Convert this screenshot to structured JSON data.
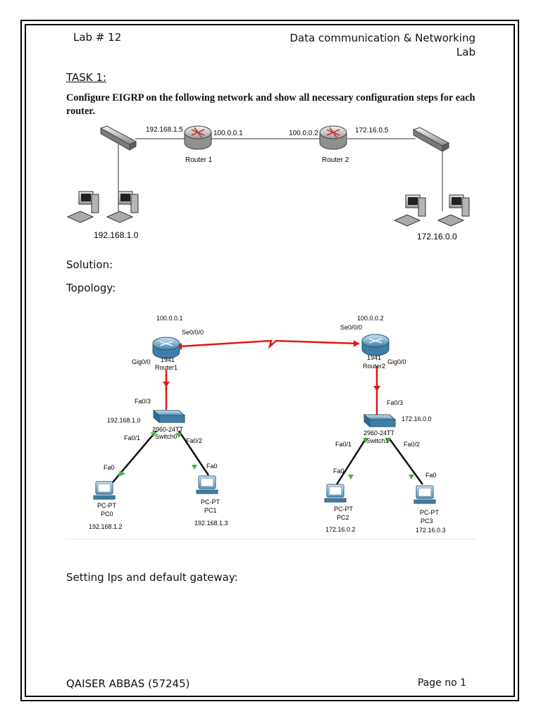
{
  "header": {
    "lab_number": "Lab # 12",
    "course_line1": "Data communication & Networking",
    "course_line2": "Lab"
  },
  "task": {
    "heading": "TASK 1:",
    "description": "Configure EIGRP on the following network and show all necessary configuration steps for each router."
  },
  "figure1": {
    "router1_left_ip": "192.168.1.5",
    "router1_right_ip": "100.0.0.1",
    "router1_label": "Router 1",
    "router2_left_ip": "100.0.0.2",
    "router2_right_ip": "172.16.0.5",
    "router2_label": "Router 2",
    "left_network": "192.168.1.0",
    "right_network": "172.16.0.0"
  },
  "sections": {
    "solution": "Solution:",
    "topology": "Topology:",
    "setting": "Setting Ips and default gateway:"
  },
  "topology": {
    "router1": {
      "ip": "100.0.0.1",
      "serial": "Se0/0/0",
      "model": "1941",
      "name": "Router1",
      "gig": "Gig0/0"
    },
    "router2": {
      "ip": "100.0.0.2",
      "serial": "Se0/0/0",
      "model": "1941",
      "name": "Router2",
      "gig": "Gig0/0"
    },
    "switch0": {
      "uplink": "Fa0/3",
      "network": "192.168.1.0",
      "model": "2960-24TT",
      "name": "Switch0",
      "port_left": "Fa0/1",
      "port_right": "Fa0/2"
    },
    "switch1": {
      "uplink": "Fa0/3",
      "network": "172.16.0.0",
      "model": "2960-24TT",
      "name": "Switch1",
      "port_left": "Fa0/1",
      "port_right": "Fa0/2"
    },
    "pcs": [
      {
        "port": "Fa0",
        "type": "PC-PT",
        "name": "PC0",
        "ip": "192.168.1.2"
      },
      {
        "port": "Fa0",
        "type": "PC-PT",
        "name": "PC1",
        "ip": "192.168.1.3"
      },
      {
        "port": "Fa0",
        "type": "PC-PT",
        "name": "PC2",
        "ip": "172.16.0.2"
      },
      {
        "port": "Fa0",
        "type": "PC-PT",
        "name": "PC3",
        "ip": "172.16.0.3"
      }
    ]
  },
  "footer": {
    "author": "QAISER ABBAS (57245)",
    "page": "Page no 1"
  },
  "colors": {
    "link_red": "#e01818",
    "link_green": "#3cb83c",
    "device_blue": "#4f8fb5"
  }
}
